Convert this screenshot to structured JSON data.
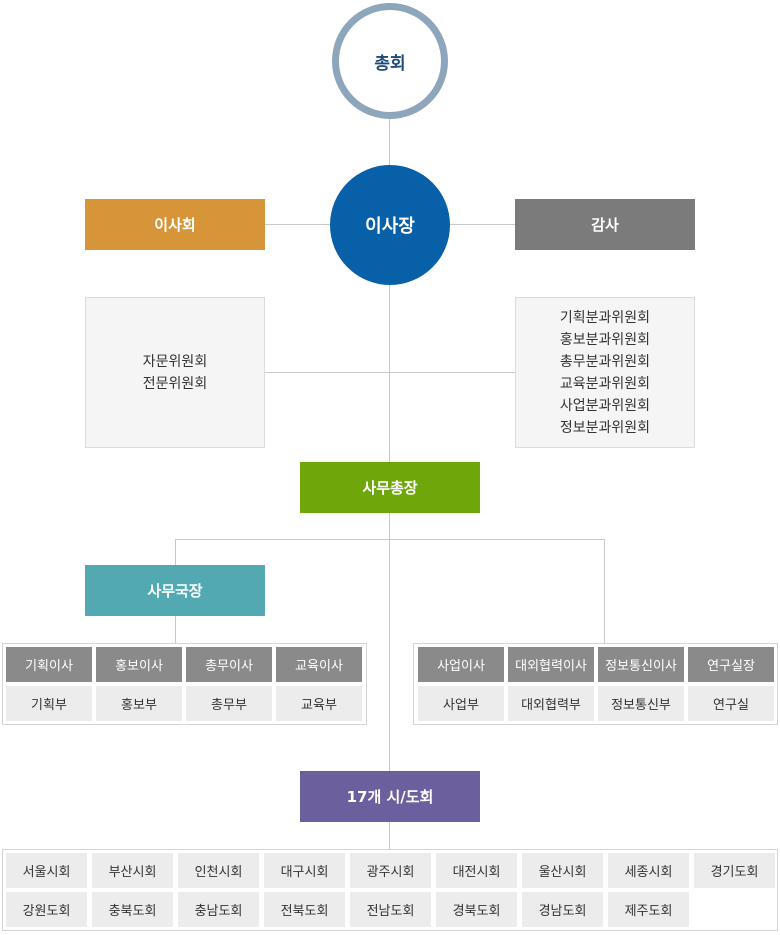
{
  "general_assembly": "총회",
  "chairman": "이사장",
  "board": "이사회",
  "audit": "감사",
  "advisory_committees": [
    "자문위원회",
    "전문위원회"
  ],
  "subcommittees": [
    "기획분과위원회",
    "홍보분과위원회",
    "총무분과위원회",
    "교육분과위원회",
    "사업분과위원회",
    "정보분과위원회"
  ],
  "secretary_general": "사무총장",
  "secretariat_director": "사무국장",
  "left_group": [
    {
      "director": "기획이사",
      "dept": "기획부"
    },
    {
      "director": "홍보이사",
      "dept": "홍보부"
    },
    {
      "director": "총무이사",
      "dept": "총무부"
    },
    {
      "director": "교육이사",
      "dept": "교육부"
    }
  ],
  "right_group": [
    {
      "director": "사업이사",
      "dept": "사업부"
    },
    {
      "director": "대외협력이사",
      "dept": "대외협력부"
    },
    {
      "director": "정보통신이사",
      "dept": "정보통신부"
    },
    {
      "director": "연구실장",
      "dept": "연구실"
    }
  ],
  "regional_label": "17개 시/도회",
  "regions": [
    "서울시회",
    "부산시회",
    "인천시회",
    "대구시회",
    "광주시회",
    "대전시회",
    "울산시회",
    "세종시회",
    "경기도회",
    "강원도회",
    "충북도회",
    "충남도회",
    "전북도회",
    "전남도회",
    "경북도회",
    "경남도회",
    "제주도회"
  ],
  "colors": {
    "general_assembly_ring": "#8ea6bb",
    "chairman": "#0760a8",
    "board": "#d7953a",
    "audit": "#7b7b7b",
    "secretary_general": "#6fa70a",
    "secretariat_director": "#52a9b2",
    "regional": "#6b5f9e",
    "cell_header": "#8a8a8a",
    "cell_body": "#ececec"
  }
}
